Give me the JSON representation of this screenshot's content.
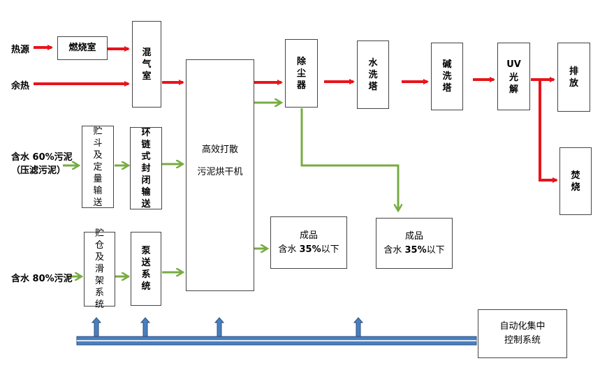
{
  "colors": {
    "heat_flow": "#e8141b",
    "material_flow": "#77ac41",
    "bus": "#4a7fbf",
    "box_border": "#444444"
  },
  "inputs": {
    "heat_source": "热源",
    "waste_heat": "余热",
    "sludge_60": [
      "含水 60%污泥",
      "（压滤污泥）"
    ],
    "sludge_80": "含水 80%污泥"
  },
  "nodes": {
    "combustion_chamber": "燃烧室",
    "gas_mixing_chamber": "混气室",
    "hopper_metering": "贮斗及定量输送",
    "ring_chain_conveyor": "环链式封闭输送",
    "bin_slide_frame": "贮仓及滑架系统",
    "pump_system": "泵送系统",
    "dryer": [
      "高效打散",
      "污泥烘干机"
    ],
    "dust_collector": "除尘器",
    "water_scrubber": "水洗塔",
    "alkali_scrubber": "碱洗塔",
    "uv_photolysis": [
      "UV",
      "光解"
    ],
    "discharge": "排放",
    "incineration": "焚烧",
    "product_1": [
      "成品",
      "含水 ",
      "35%",
      "以下"
    ],
    "product_2": [
      "成品",
      "含水 ",
      "35%",
      "以下"
    ],
    "control_system": [
      "自动化集中",
      "控制系统"
    ]
  }
}
